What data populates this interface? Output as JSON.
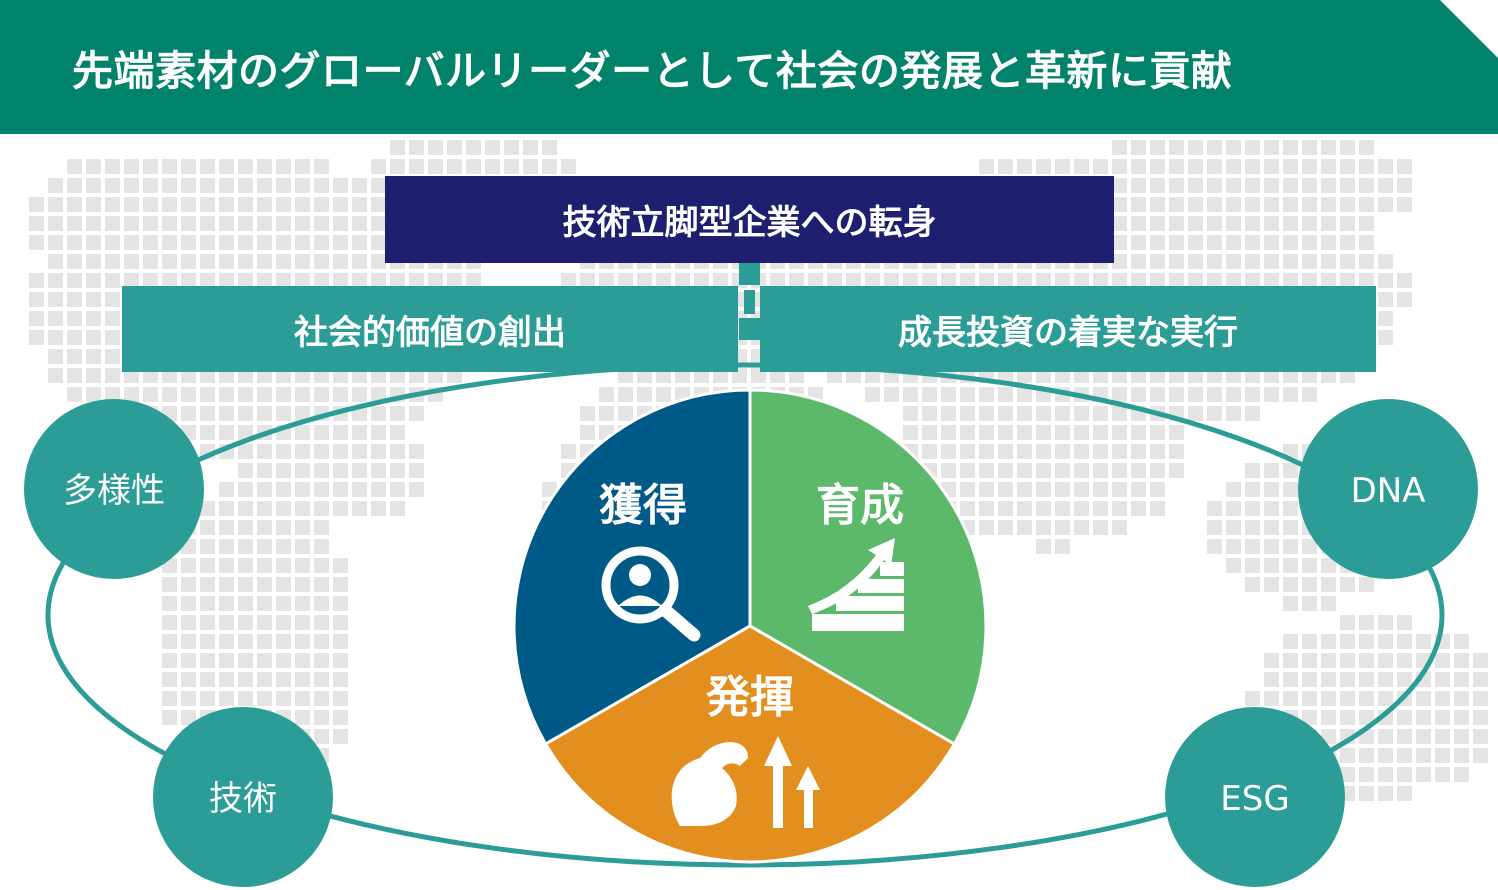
{
  "banner": {
    "title": "先端素材のグローバルリーダーとして社会の発展と革新に貢献"
  },
  "top_box": {
    "label": "技術立脚型企業への転身"
  },
  "mid_boxes": {
    "left": "社会的価値の創出",
    "right": "成長投資の着実な実行"
  },
  "pie": {
    "segments": [
      {
        "label": "獲得",
        "icon": "search-person-icon",
        "color": "#005a87"
      },
      {
        "label": "育成",
        "icon": "growth-stairs-icon",
        "color": "#5cb86a"
      },
      {
        "label": "発揮",
        "icon": "strength-arrows-icon",
        "color": "#e28f1f"
      }
    ]
  },
  "circles": {
    "diversity": "多様性",
    "technology": "技術",
    "dna": "DNA",
    "esg": "ESG"
  },
  "colors": {
    "banner": "#00836a",
    "navy": "#1f1f6f",
    "teal": "#2c9c97",
    "map": "#e4e4e4"
  }
}
